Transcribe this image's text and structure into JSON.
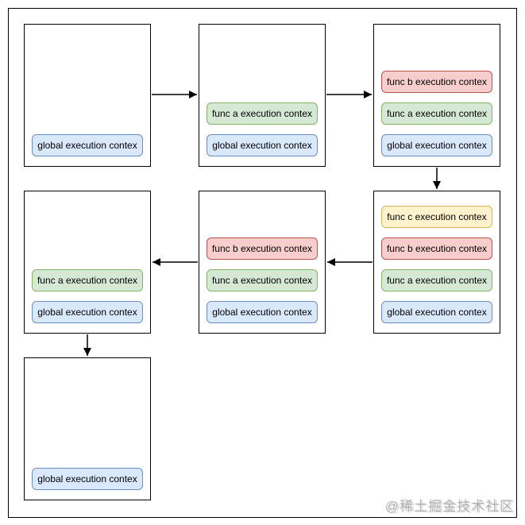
{
  "labels": {
    "global": "global execution contex",
    "func_a": "func a execution contex",
    "func_b": "func b execution contex",
    "func_c": "func c execution contex"
  },
  "colors": {
    "blue": {
      "fill": "#dae8fc",
      "stroke": "#6c8ebf"
    },
    "green": {
      "fill": "#d5e8d4",
      "stroke": "#82b366"
    },
    "red": {
      "fill": "#f8cecc",
      "stroke": "#b85450"
    },
    "yellow": {
      "fill": "#fff2cc",
      "stroke": "#d6b656"
    }
  },
  "boxes": [
    {
      "name": "step-1",
      "stack": [
        {
          "text": "global execution contex",
          "color": "blue"
        }
      ]
    },
    {
      "name": "step-2",
      "stack": [
        {
          "text": "func a execution contex",
          "color": "green"
        },
        {
          "text": "global execution contex",
          "color": "blue"
        }
      ]
    },
    {
      "name": "step-3",
      "stack": [
        {
          "text": "func b execution contex",
          "color": "red"
        },
        {
          "text": "func a execution contex",
          "color": "green"
        },
        {
          "text": "global execution contex",
          "color": "blue"
        }
      ]
    },
    {
      "name": "step-4",
      "stack": [
        {
          "text": "func c execution contex",
          "color": "yellow"
        },
        {
          "text": "func b execution contex",
          "color": "red"
        },
        {
          "text": "func a execution contex",
          "color": "green"
        },
        {
          "text": "global execution contex",
          "color": "blue"
        }
      ]
    },
    {
      "name": "step-5",
      "stack": [
        {
          "text": "func b execution contex",
          "color": "red"
        },
        {
          "text": "func a execution contex",
          "color": "green"
        },
        {
          "text": "global execution contex",
          "color": "blue"
        }
      ]
    },
    {
      "name": "step-6",
      "stack": [
        {
          "text": "func a execution contex",
          "color": "green"
        },
        {
          "text": "global execution contex",
          "color": "blue"
        }
      ]
    },
    {
      "name": "step-7",
      "stack": [
        {
          "text": "global execution contex",
          "color": "blue"
        }
      ]
    }
  ],
  "flow": [
    "step-1 -> step-2",
    "step-2 -> step-3",
    "step-3 -> step-4",
    "step-4 -> step-5",
    "step-5 -> step-6",
    "step-6 -> step-7"
  ],
  "watermark": "@稀土掘金技术社区"
}
